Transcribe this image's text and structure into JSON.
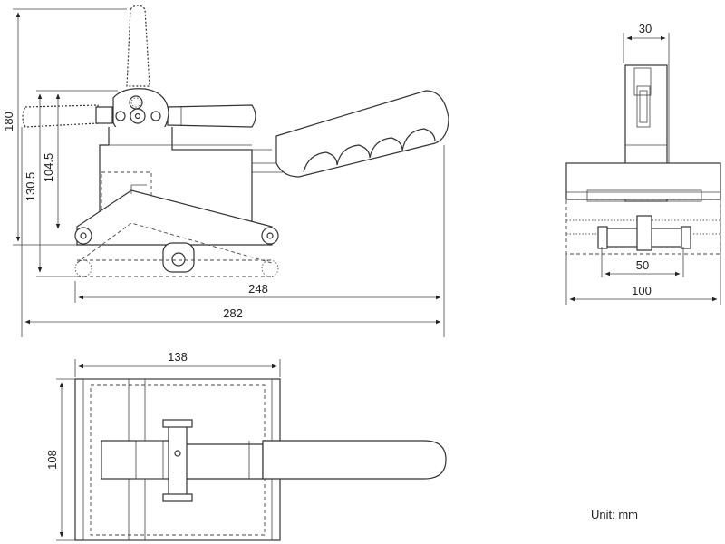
{
  "drawing": {
    "unit_label": "Unit: mm",
    "side_view": {
      "dims": {
        "height_total": "180",
        "height_lever": "130.5",
        "height_pivot": "104.5",
        "length_base": "248",
        "length_total": "282"
      }
    },
    "end_view": {
      "dims": {
        "top_width": "30",
        "inner_width": "50",
        "base_width": "100"
      }
    },
    "top_view": {
      "dims": {
        "width": "138",
        "depth": "108"
      }
    }
  }
}
